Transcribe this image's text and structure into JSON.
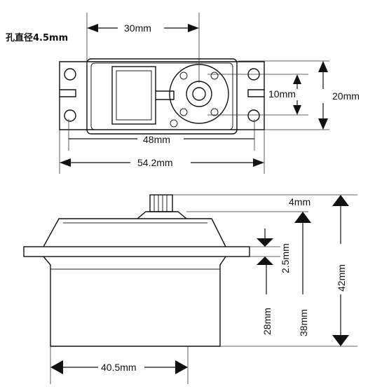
{
  "top_view": {
    "hole_note": "孔直径4.5mm",
    "dim_30": "30mm",
    "dim_10": "10mm",
    "dim_20": "20mm",
    "dim_48": "48mm",
    "dim_542": "54.2mm"
  },
  "side_view": {
    "dim_4": "4mm",
    "dim_25": "2.5mm",
    "dim_28": "28mm",
    "dim_38": "38mm",
    "dim_42": "42mm",
    "dim_405": "40.5mm"
  }
}
